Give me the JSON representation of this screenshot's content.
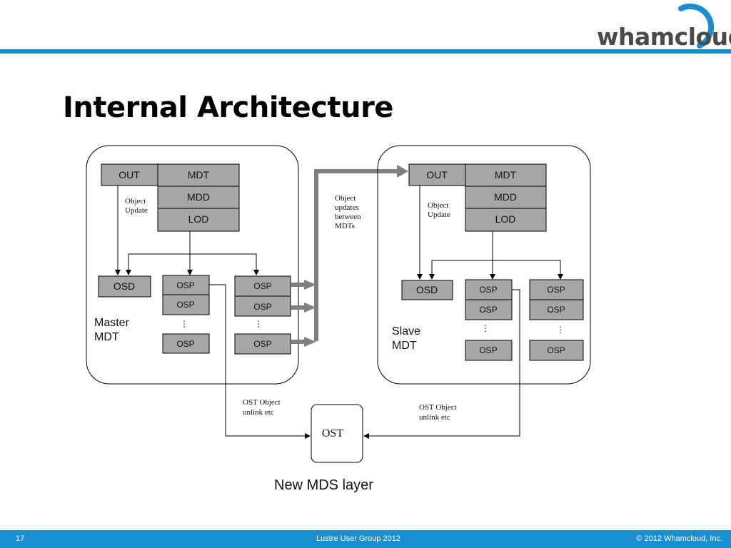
{
  "header": {
    "logo_text": "whamcloud",
    "title": "Internal Architecture"
  },
  "diagram": {
    "master": {
      "out": "OUT",
      "mdt": "MDT",
      "mdd": "MDD",
      "lod": "LOD",
      "object_update": [
        "Object",
        "Update"
      ],
      "osd": "OSD",
      "osp": "OSP",
      "dots": "⋮",
      "label": [
        "Master",
        "MDT"
      ]
    },
    "slave": {
      "out": "OUT",
      "mdt": "MDT",
      "mdd": "MDD",
      "lod": "LOD",
      "object_update": [
        "Object",
        "Update"
      ],
      "osd": "OSD",
      "osp": "OSP",
      "dots": "⋮",
      "label": [
        "Slave",
        "MDT"
      ]
    },
    "between_note": [
      "Object",
      "updates",
      "between",
      "MDTs"
    ],
    "ost_note": [
      "OST Object",
      "unlink etc"
    ],
    "ost": "OST",
    "caption": "New MDS layer",
    "colors": {
      "box_fill": "#a6a6a6",
      "arrow_gray": "#808080",
      "line": "#000000"
    }
  },
  "footer": {
    "page": "17",
    "center": "Lustre User Group 2012",
    "right": "© 2012  Whamcloud, Inc."
  }
}
